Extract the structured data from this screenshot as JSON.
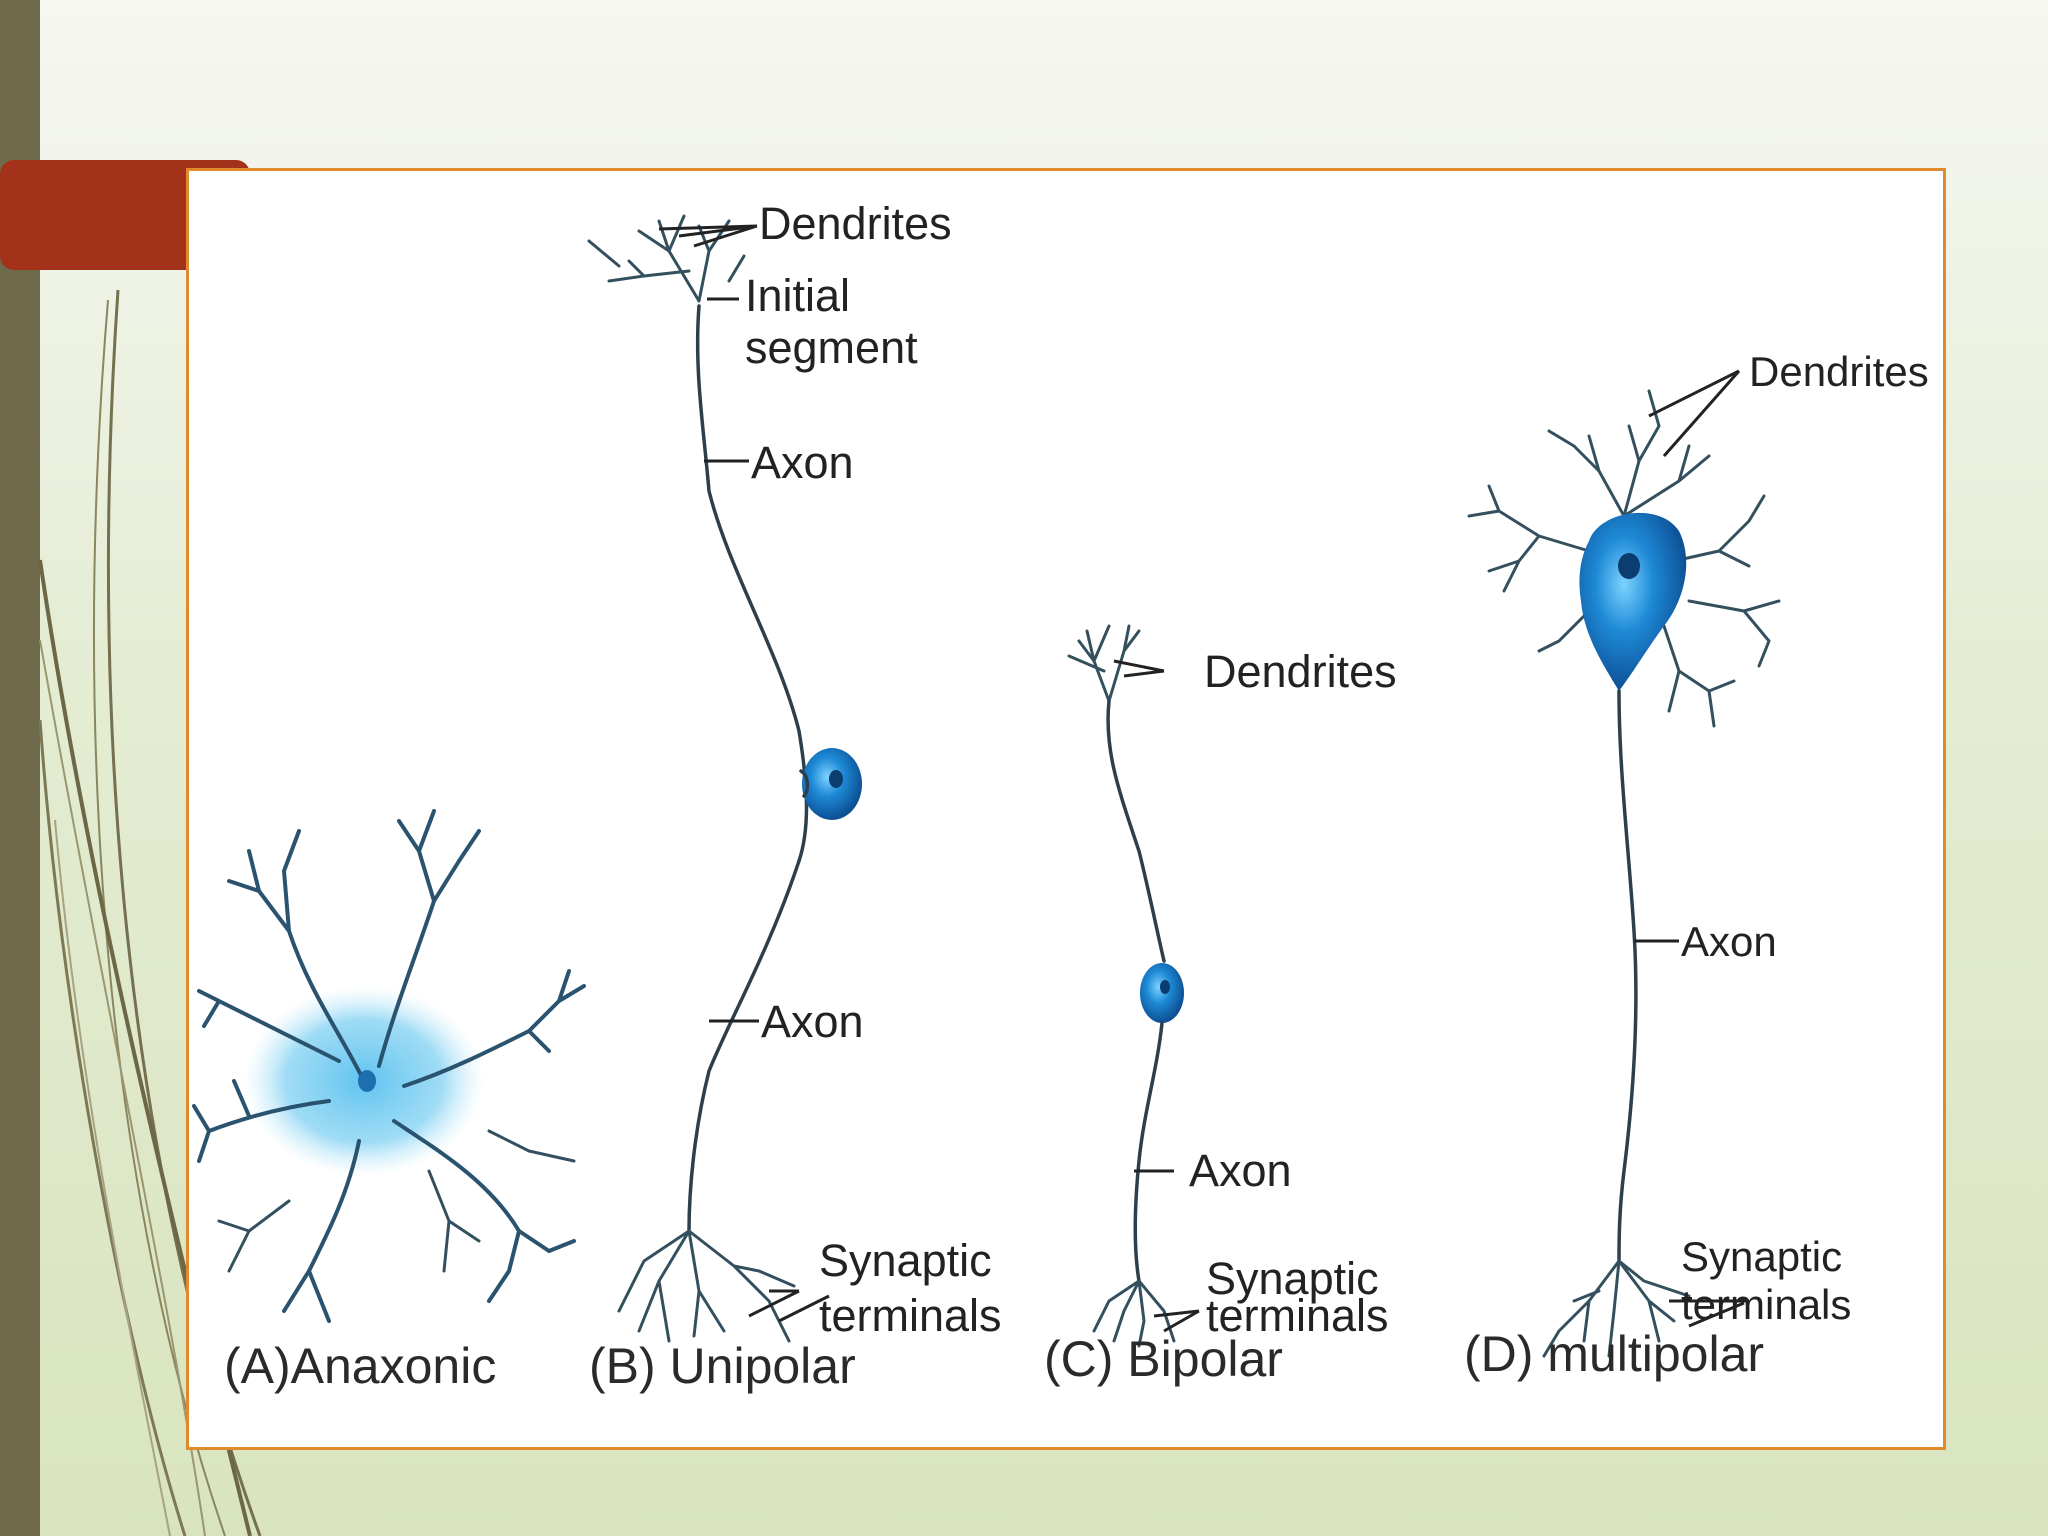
{
  "diagram": {
    "panels": [
      {
        "id": "A",
        "caption": "(A)Anaxonic"
      },
      {
        "id": "B",
        "caption": "(B) Unipolar",
        "labels": {
          "dendrites": "Dendrites",
          "initial_line1": "Initial",
          "initial_line2": "segment",
          "axon_top": "Axon",
          "axon_bottom": "Axon",
          "synaptic_line1": "Synaptic",
          "synaptic_line2": "terminals"
        }
      },
      {
        "id": "C",
        "caption": "(C) Bipolar",
        "labels": {
          "dendrites": "Dendrites",
          "axon": "Axon",
          "synaptic_line1": "Synaptic",
          "synaptic_line2": "terminals"
        }
      },
      {
        "id": "D",
        "caption": "(D) multipolar",
        "labels": {
          "dendrites": "Dendrites",
          "axon": "Axon",
          "synaptic_line1": "Synaptic",
          "synaptic_line2": "terminals"
        }
      }
    ]
  },
  "colors": {
    "frame_border": "#e08a2c",
    "accent_bar": "#a4321a",
    "left_strip": "#6e6a4b",
    "cell_body": "#1e8ad6",
    "cell_glow": "#7fd0f2"
  }
}
